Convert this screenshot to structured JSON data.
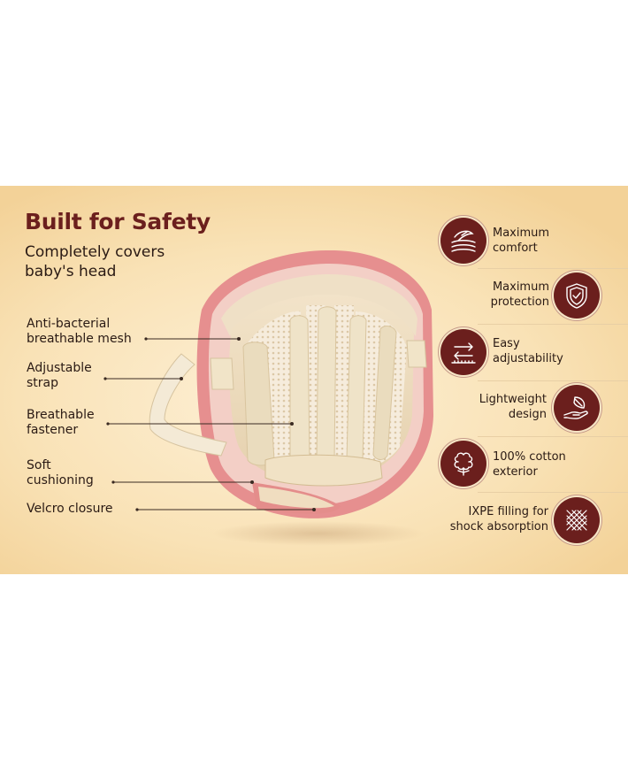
{
  "heading": {
    "title": "Built for Safety",
    "subtitle": "Completely covers baby's head"
  },
  "callouts": [
    {
      "line1": "Anti-bacterial",
      "line2": "breathable mesh"
    },
    {
      "line1": "Adjustable",
      "line2": "strap"
    },
    {
      "line1": "Breathable",
      "line2": "fastener"
    },
    {
      "line1": "Soft",
      "line2": "cushioning"
    },
    {
      "line1": "Velcro closure",
      "line2": ""
    }
  ],
  "features": [
    {
      "line1": "Maximum",
      "line2": "comfort",
      "icon": "feather-layers-icon"
    },
    {
      "line1": "Maximum",
      "line2": "protection",
      "icon": "shield-check-icon"
    },
    {
      "line1": "Easy",
      "line2": "adjustability",
      "icon": "adjust-arrows-icon"
    },
    {
      "line1": "Lightweight",
      "line2": "design",
      "icon": "hand-feather-icon"
    },
    {
      "line1": "100% cotton",
      "line2": "exterior",
      "icon": "cotton-flower-icon"
    },
    {
      "line1": "IXPE filling for",
      "line2": "shock absorption",
      "icon": "mesh-grid-icon"
    }
  ],
  "colors": {
    "accent": "#6b1f1d",
    "background": "#f9e2b6",
    "helmet_shell": "#e68f8f"
  }
}
